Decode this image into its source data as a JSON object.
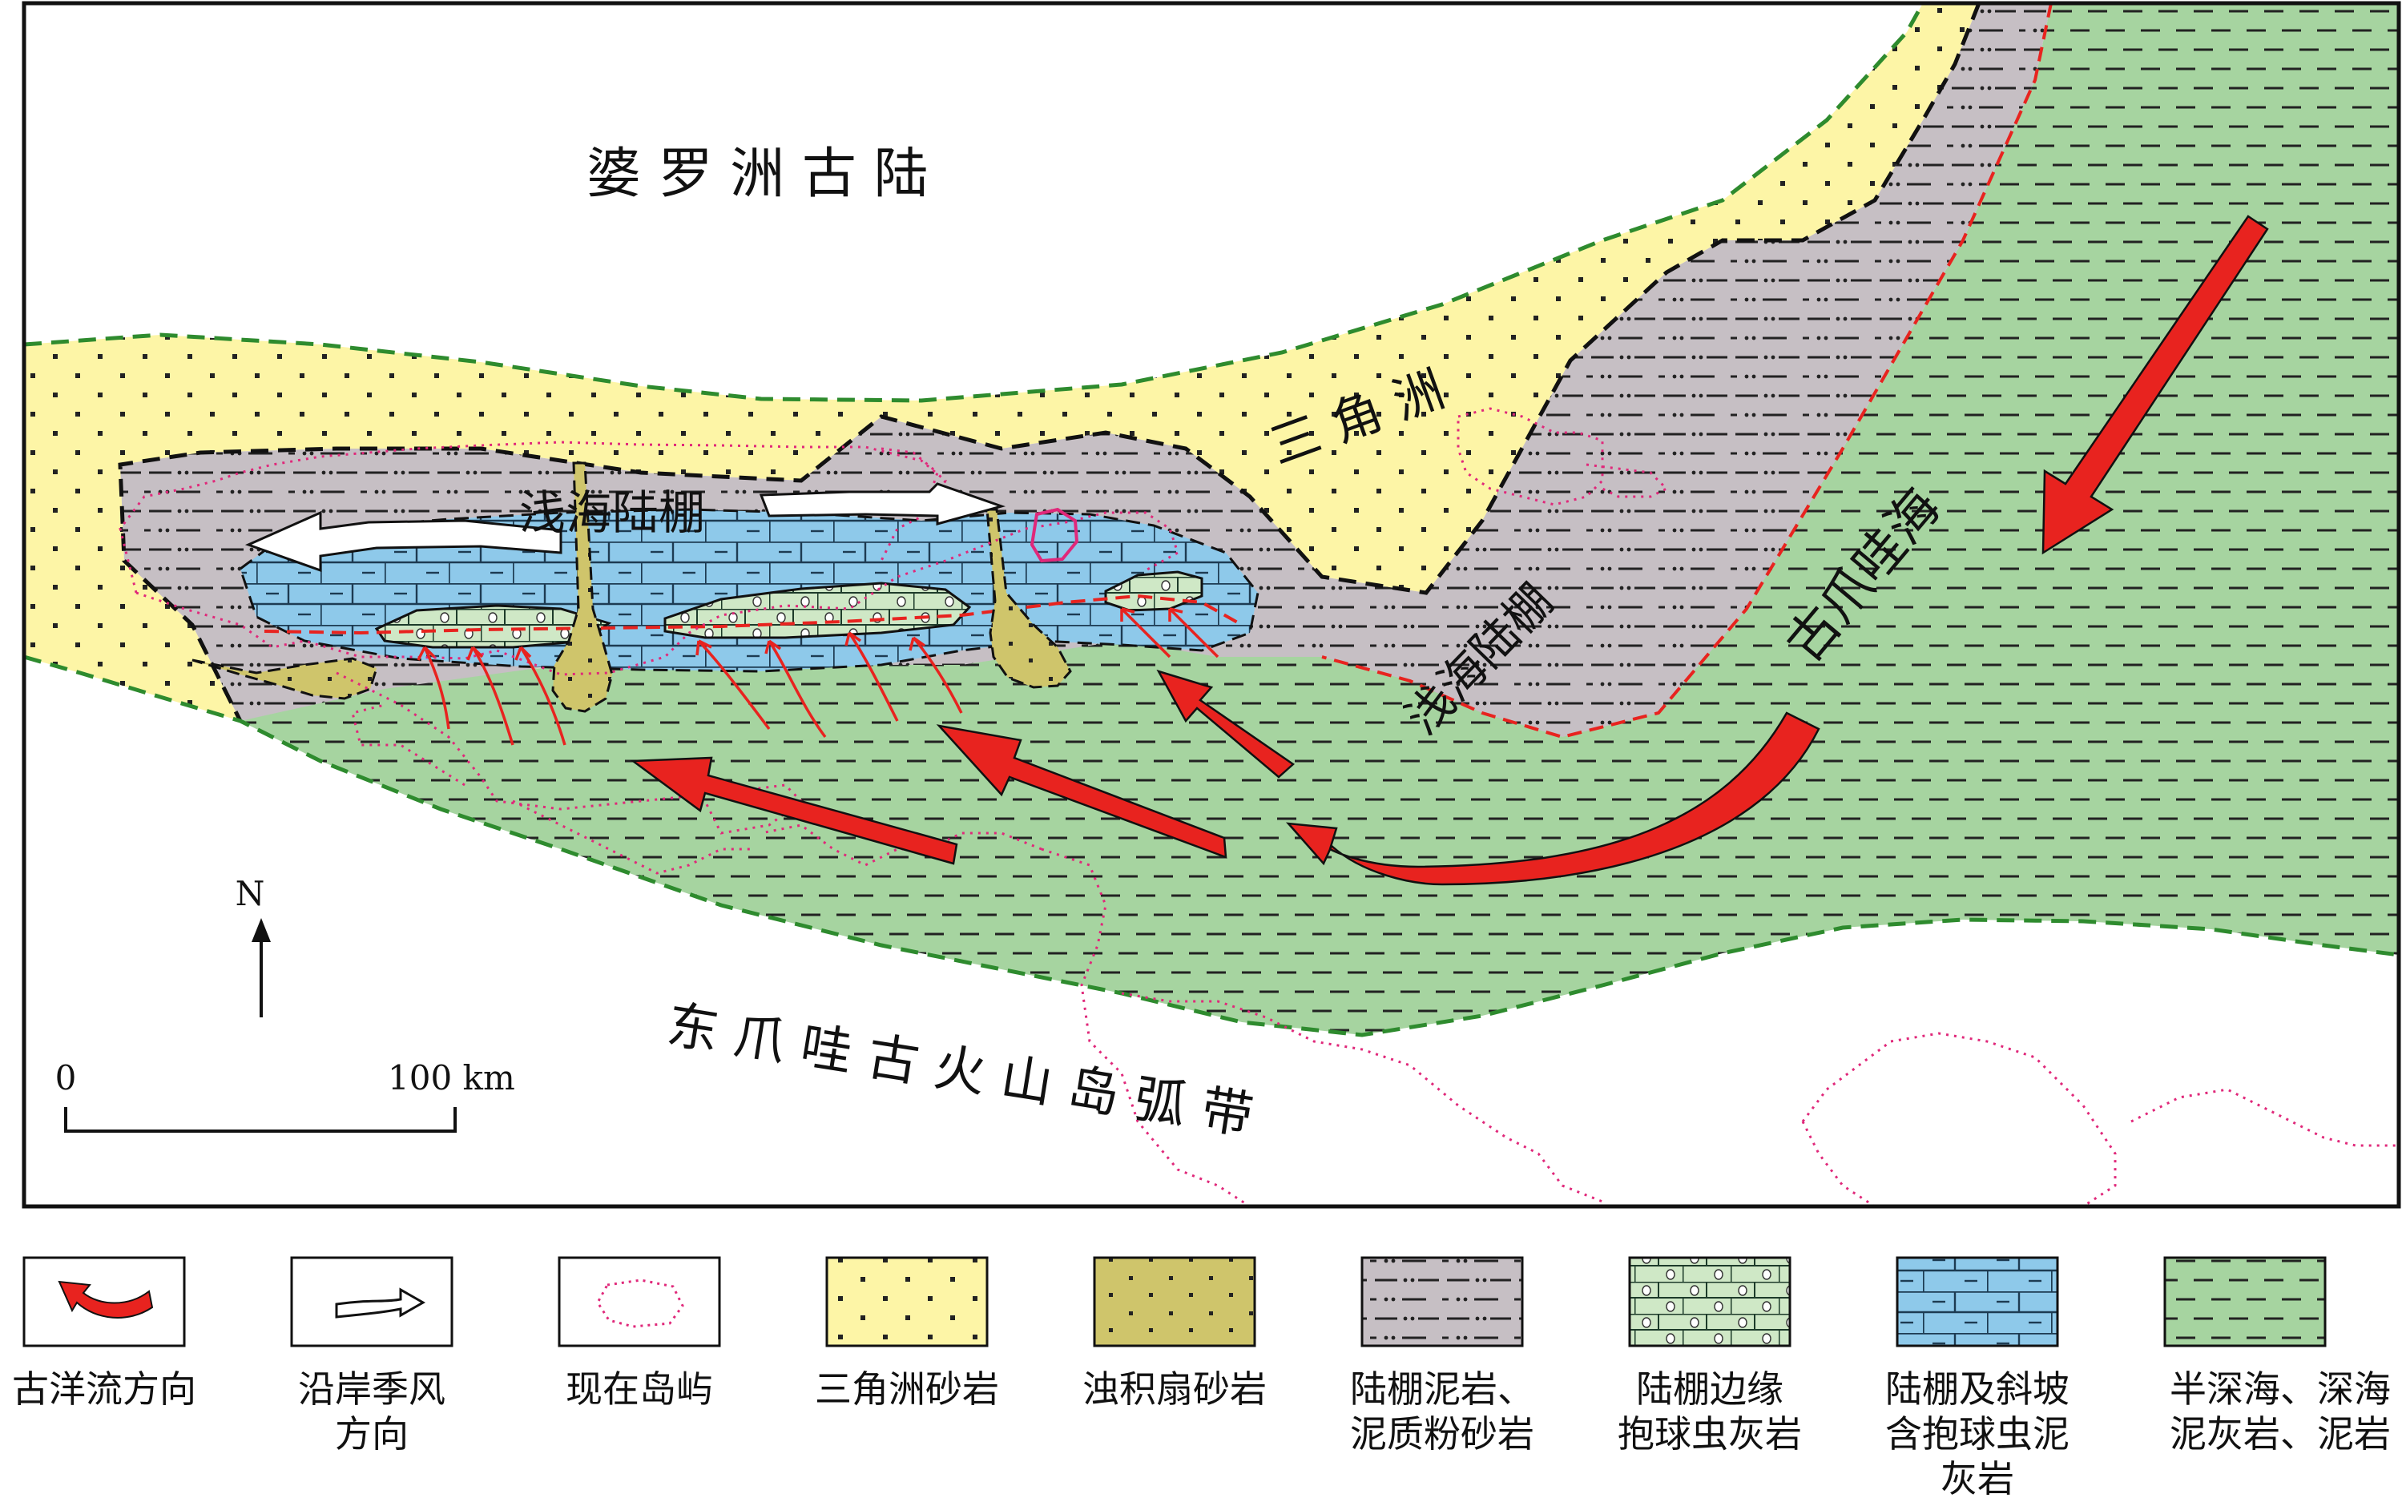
{
  "map": {
    "labels": {
      "borneo": "婆 罗 洲 古 陆",
      "delta": "三 角 洲",
      "shelf_west": "浅海陆棚",
      "shelf_east": "浅海陆棚",
      "java_sea": "古爪哇海",
      "arc": "东 爪 哇 古 火 山 岛 弧 带",
      "north": "N",
      "scale_zero": "0",
      "scale_end": "100 km"
    },
    "colors": {
      "delta_sand": "#fdf5a6",
      "turbidite": "#cfc56b",
      "shelf_mud": "#c6bfc4",
      "shelf_margin": "#cfe8c6",
      "shelf_slope": "#8ec9ea",
      "deep_sea": "#a6d4a0",
      "current_arrow": "#e8231f",
      "island_outline": "#e0287a",
      "boundary_dash": "#2e8b2e"
    }
  },
  "legend": {
    "items": [
      {
        "id": "current",
        "label_lines": [
          "古洋流方向"
        ]
      },
      {
        "id": "monsoon",
        "label_lines": [
          "沿岸季风",
          "方向"
        ]
      },
      {
        "id": "island",
        "label_lines": [
          "现在岛屿"
        ]
      },
      {
        "id": "delta",
        "label_lines": [
          "三角洲砂岩"
        ]
      },
      {
        "id": "fan",
        "label_lines": [
          "浊积扇砂岩"
        ]
      },
      {
        "id": "mud",
        "label_lines": [
          "陆棚泥岩、",
          "泥质粉砂岩"
        ]
      },
      {
        "id": "margin",
        "label_lines": [
          "陆棚边缘",
          "抱球虫灰岩"
        ]
      },
      {
        "id": "slope",
        "label_lines": [
          "陆棚及斜坡",
          "含抱球虫泥",
          "灰岩"
        ]
      },
      {
        "id": "deep",
        "label_lines": [
          "半深海、深海",
          "泥灰岩、泥岩"
        ]
      }
    ]
  }
}
